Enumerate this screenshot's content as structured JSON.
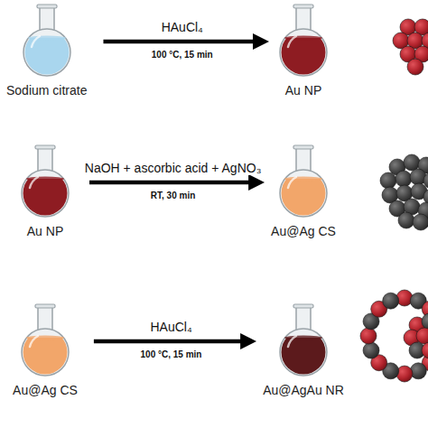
{
  "diagram": {
    "nodes": [
      {
        "text": [
          "Sodium citrate"
        ]
      },
      {
        "text": [
          "Au NP"
        ]
      },
      {
        "text": [
          "Au NP"
        ]
      },
      {
        "text": [
          "Au@Ag CS"
        ]
      },
      {
        "text": [
          "Au@Ag CS"
        ]
      },
      {
        "text": [
          "Au@AgAu NR"
        ]
      }
    ],
    "edges": [
      {
        "from": 0,
        "to": 1,
        "arrow": "to",
        "label": "HAuCl₄"
      },
      {
        "from": 2,
        "to": 3,
        "arrow": "to",
        "label": "NaOH + ascorbic acid + AgNO₃"
      },
      {
        "from": 4,
        "to": 5,
        "arrow": "to",
        "label": "HAuCl₄"
      }
    ],
    "labels": [
      "100 °C, 15 min",
      "RT, 30 min",
      "100 °C, 15 min"
    ]
  }
}
